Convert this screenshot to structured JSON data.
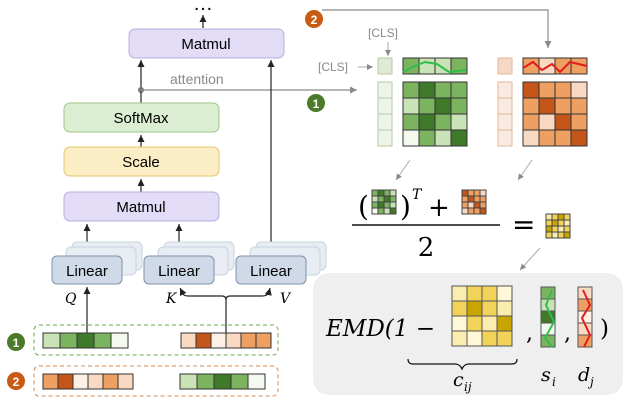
{
  "top_ellipsis": "…",
  "blocks": {
    "matmul_top": "Matmul",
    "softmax": "SoftMax",
    "scale": "Scale",
    "matmul_bottom": "Matmul",
    "linear_q": "Linear",
    "linear_k": "Linear",
    "linear_v": "Linear"
  },
  "inputs": {
    "q": "Q",
    "k": "K",
    "v": "V"
  },
  "attention_label": "attention",
  "cls_top": "[CLS]",
  "cls_left": "[CLS]",
  "badges": {
    "one": "1",
    "two": "2"
  },
  "formula": {
    "open": "(",
    "close_T": ")",
    "sup_T": "T",
    "plus": "+",
    "denominator": "2",
    "equals": "="
  },
  "emd": {
    "prefix": "EMD(1 −",
    "comma": ",",
    "close": ")",
    "cij": "c",
    "cij_sub": "ij",
    "si": "s",
    "si_sub": "i",
    "dj": "d",
    "dj_sub": "j"
  },
  "colors": {
    "green_dark": "#3f7a2a",
    "green_mid": "#7bb35f",
    "green_light": "#c9e2b6",
    "orange_dark": "#c4561a",
    "orange_mid": "#ee9f62",
    "orange_light": "#f9d9c2",
    "yellow_dark": "#c8a500",
    "yellow_mid": "#f2d35a",
    "yellow_light": "#fbedb0",
    "lavender": "#e3dcf7",
    "softmax_green": "#dbeed2",
    "scale_yellow": "#fbeec4",
    "linear_blue": "#cfd9e8",
    "badge_green": "#4b7b29",
    "badge_orange": "#c75b13",
    "emd_bg": "#efefef"
  }
}
